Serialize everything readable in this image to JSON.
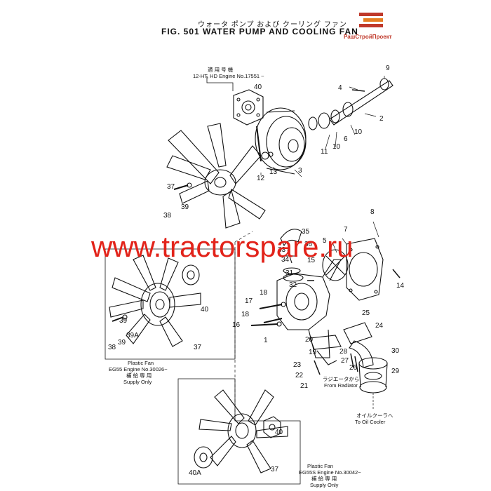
{
  "header": {
    "title_jp": "ウォータ ポンプ および クーリング ファン",
    "title_en": "FIG. 501  WATER PUMP AND COOLING FAN"
  },
  "logo": {
    "text": "РашСтройПроект"
  },
  "watermark": "www.tractorspare.ru",
  "notes": {
    "top_jp": "適 用 号 機",
    "top_en": "12-HT, HD Engine No.17551 ~",
    "mid_l1": "Plastic Fan",
    "mid_l2": "EG55 Engine No.30026~",
    "mid_l3": "補 給 専 用",
    "mid_l4": "Supply Only",
    "bot_l1": "Plastic Fan",
    "bot_l2": "EG55S Engine No.30042~",
    "bot_l3": "補 給 専 用",
    "bot_l4": "Supply Only",
    "radiator_jp": "ラジエータから",
    "radiator_en": "From Radiator",
    "oil_jp": "オイルクーラへ",
    "oil_en": "To Oil Cooler"
  },
  "parts": {
    "p1": "1",
    "p2": "2",
    "p3": "3",
    "p4": "4",
    "p5": "5",
    "p6": "6",
    "p7": "7",
    "p8": "8",
    "p9": "9",
    "p10a": "10",
    "p10b": "10",
    "p11": "11",
    "p12": "12",
    "p13": "13",
    "p14": "14",
    "p15": "15",
    "p16": "16",
    "p17": "17",
    "p18a": "18",
    "p18b": "18",
    "p19": "19",
    "p20": "20",
    "p21": "21",
    "p22": "22",
    "p23": "23",
    "p24": "24",
    "p25": "25",
    "p26": "26",
    "p27": "27",
    "p28": "28",
    "p29": "29",
    "p30": "30",
    "p31": "31",
    "p32": "32",
    "p33": "33",
    "p34": "34",
    "p35": "35",
    "p36": "36",
    "p37a": "37",
    "p37b": "37",
    "p37c": "37",
    "p38a": "38",
    "p38b": "38",
    "p39a": "39",
    "p39b": "39",
    "p39A": "39A",
    "p40a": "40",
    "p40b": "40",
    "p40c": "40",
    "p40A": "40A"
  }
}
